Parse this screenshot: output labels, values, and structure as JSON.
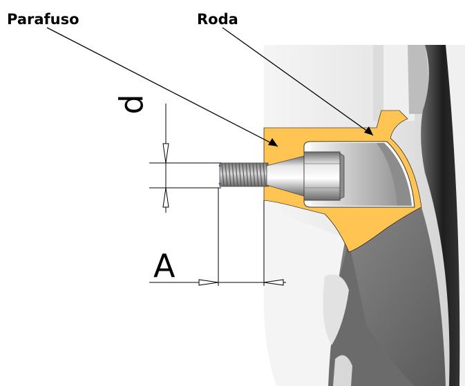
{
  "labels": {
    "screw": "Parafuso",
    "wheel": "Roda",
    "diameter_symbol": "d",
    "length_symbol": "A"
  },
  "colors": {
    "hub_section": "#ffc452",
    "wheel_body": "#f2f2f2",
    "lines": "#000000"
  },
  "icons": [
    "screw",
    "wheel-hub-section",
    "dimension-arrow"
  ]
}
